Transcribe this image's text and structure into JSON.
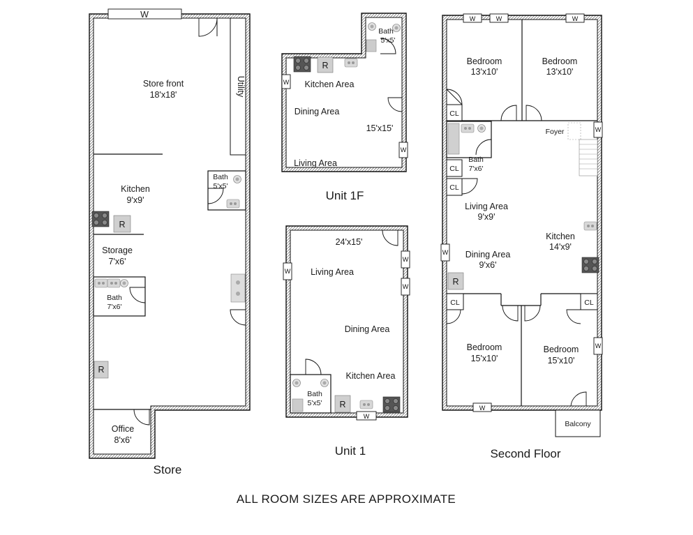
{
  "store": {
    "caption": "Store",
    "rooms": {
      "storefront_name": "Store front",
      "storefront_size": "18'x18'",
      "utility": "Utility",
      "kitchen_name": "Kitchen",
      "kitchen_size": "9'x9'",
      "storage_name": "Storage",
      "storage_size": "7'x6'",
      "bath_a_name": "Bath",
      "bath_a_size": "7'x6'",
      "bath_b_name": "Bath",
      "bath_b_size": "5'x5'",
      "office_name": "Office",
      "office_size": "8'x6'"
    }
  },
  "unit1f": {
    "caption": "Unit 1F",
    "rooms": {
      "bath_name": "Bath",
      "bath_size": "5'x5'",
      "kitchen": "Kitchen Area",
      "dining": "Dining Area",
      "size": "15'x15'",
      "living": "Living Area"
    }
  },
  "unit1": {
    "caption": "Unit 1",
    "rooms": {
      "size": "24'x15'",
      "living": "Living Area",
      "dining": "Dining Area",
      "kitchen": "Kitchen Area",
      "bath_name": "Bath",
      "bath_size": "5'x5'"
    }
  },
  "second_floor": {
    "caption": "Second Floor",
    "rooms": {
      "bed1_name": "Bedroom",
      "bed1_size": "13'x10'",
      "bed2_name": "Bedroom",
      "bed2_size": "13'x10'",
      "foyer": "Foyer",
      "bath_name": "Bath",
      "bath_size": "7'x6'",
      "living_name": "Living Area",
      "living_size": "9'x9'",
      "kitchen_name": "Kitchen",
      "kitchen_size": "14'x9'",
      "dining_name": "Dining Area",
      "dining_size": "9'x6'",
      "bed3_name": "Bedroom",
      "bed3_size": "15'x10'",
      "bed4_name": "Bedroom",
      "bed4_size": "15'x10'",
      "balcony": "Balcony"
    }
  },
  "labels": {
    "window": "W",
    "closet": "CL",
    "refrigerator": "R"
  },
  "footer_note": "ALL ROOM SIZES ARE APPROXIMATE"
}
